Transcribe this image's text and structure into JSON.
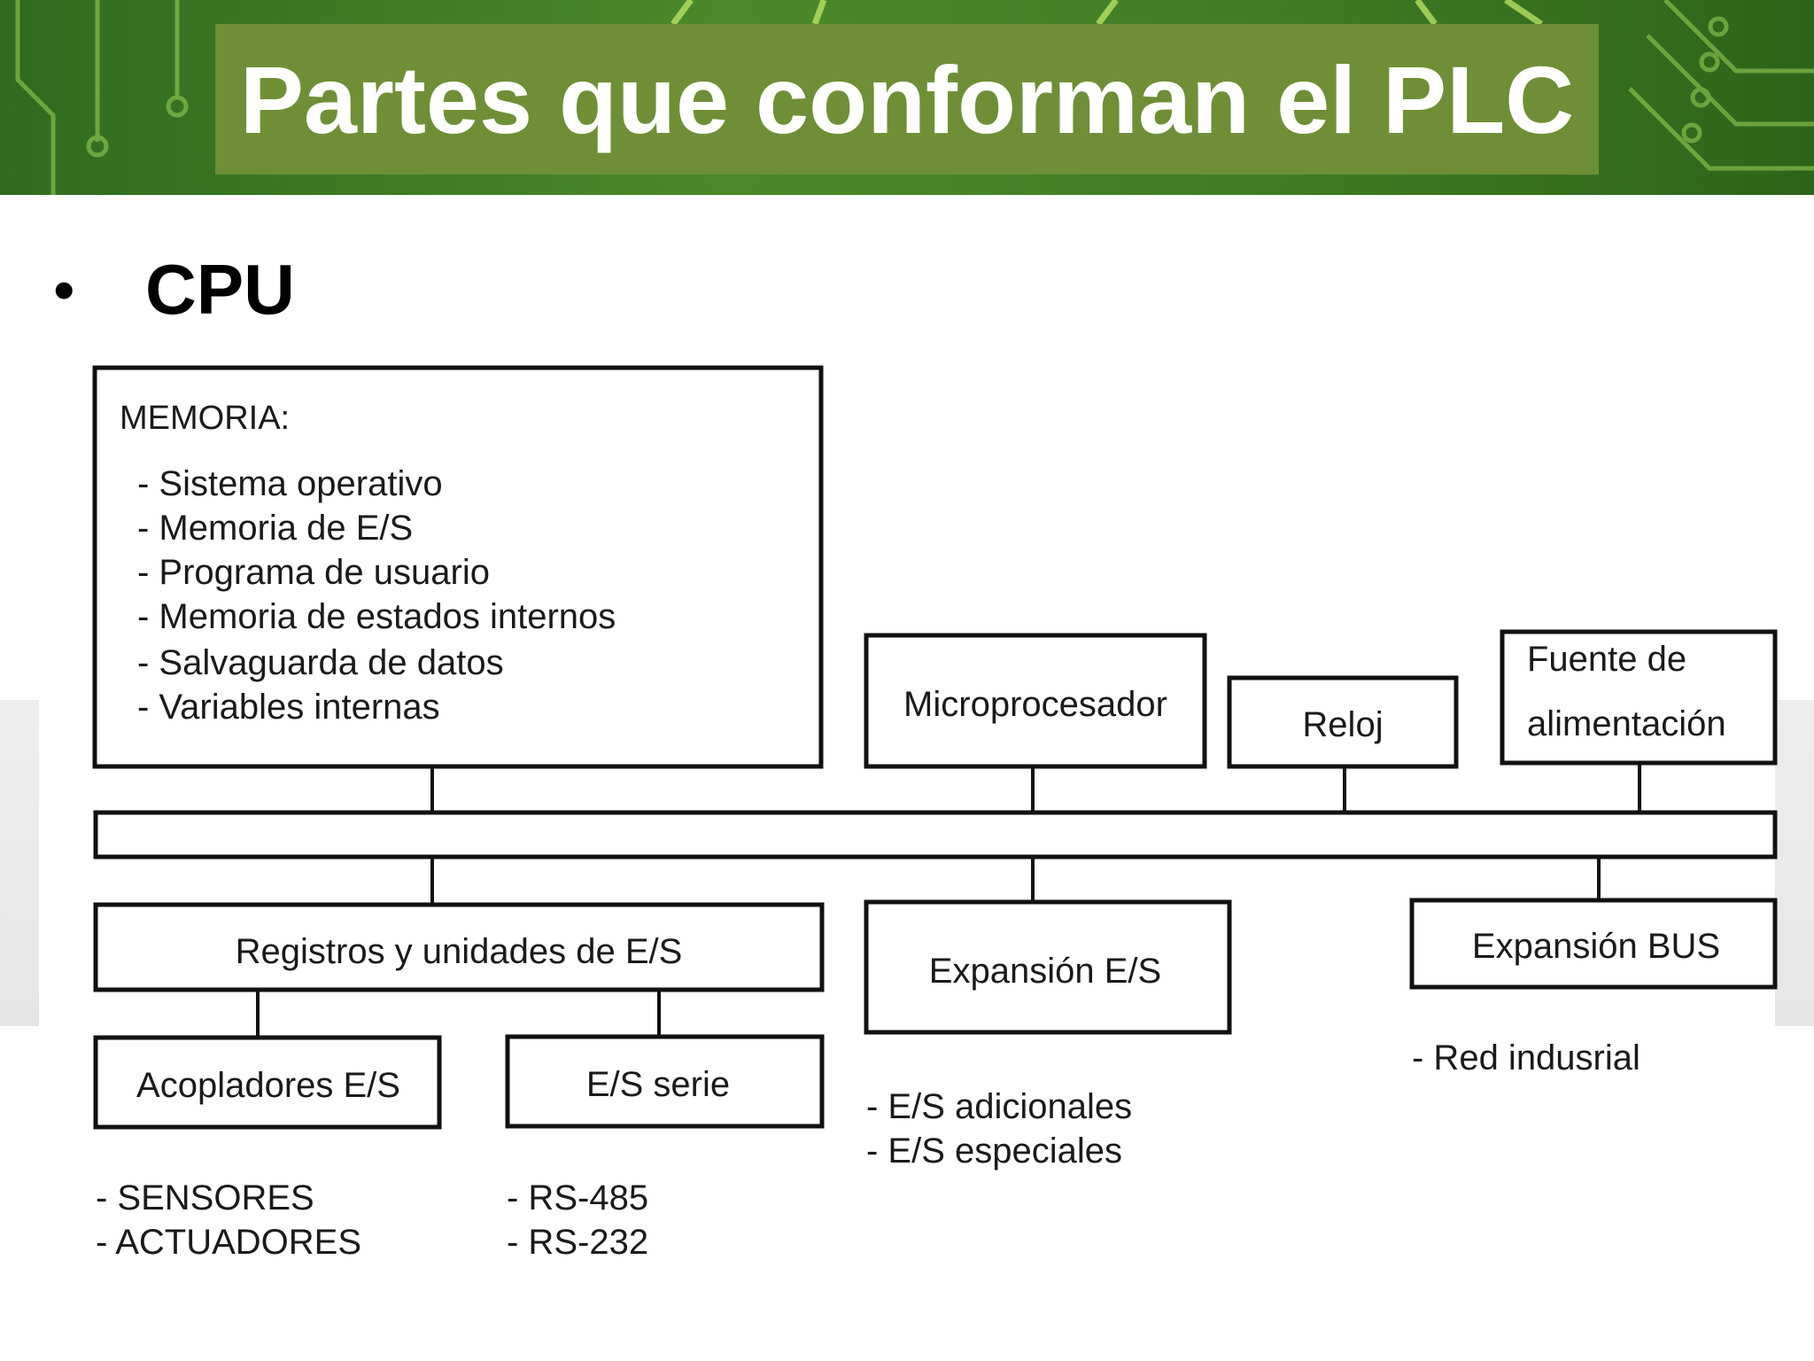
{
  "slide": {
    "title": "Partes que conforman el PLC",
    "bullet": "CPU"
  },
  "diagram": {
    "memory": {
      "heading": "MEMORIA:",
      "items": [
        "- Sistema operativo",
        "- Memoria de E/S",
        "- Programa de usuario",
        "- Memoria de estados internos",
        "- Salvaguarda de datos",
        "- Variables internas"
      ]
    },
    "microprocessor": "Microprocesador",
    "clock": "Reloj",
    "power_line1": "Fuente de",
    "power_line2": "alimentación",
    "io_registers": "Registros y unidades de E/S",
    "io_expansion": "Expansión E/S",
    "bus_expansion": "Expansión BUS",
    "io_couplers": "Acopladores E/S",
    "serial_io": "E/S serie",
    "notes": {
      "couplers": [
        "- SENSORES",
        "- ACTUADORES"
      ],
      "serial": [
        "- RS-485",
        "- RS-232"
      ],
      "expansion": [
        "- E/S adicionales",
        "- E/S especiales"
      ],
      "bus": [
        "- Red indusrial"
      ]
    }
  },
  "colors": {
    "header_green": "#3f7d24",
    "title_box": "#6e8f36",
    "title_text": "#ffffff"
  }
}
